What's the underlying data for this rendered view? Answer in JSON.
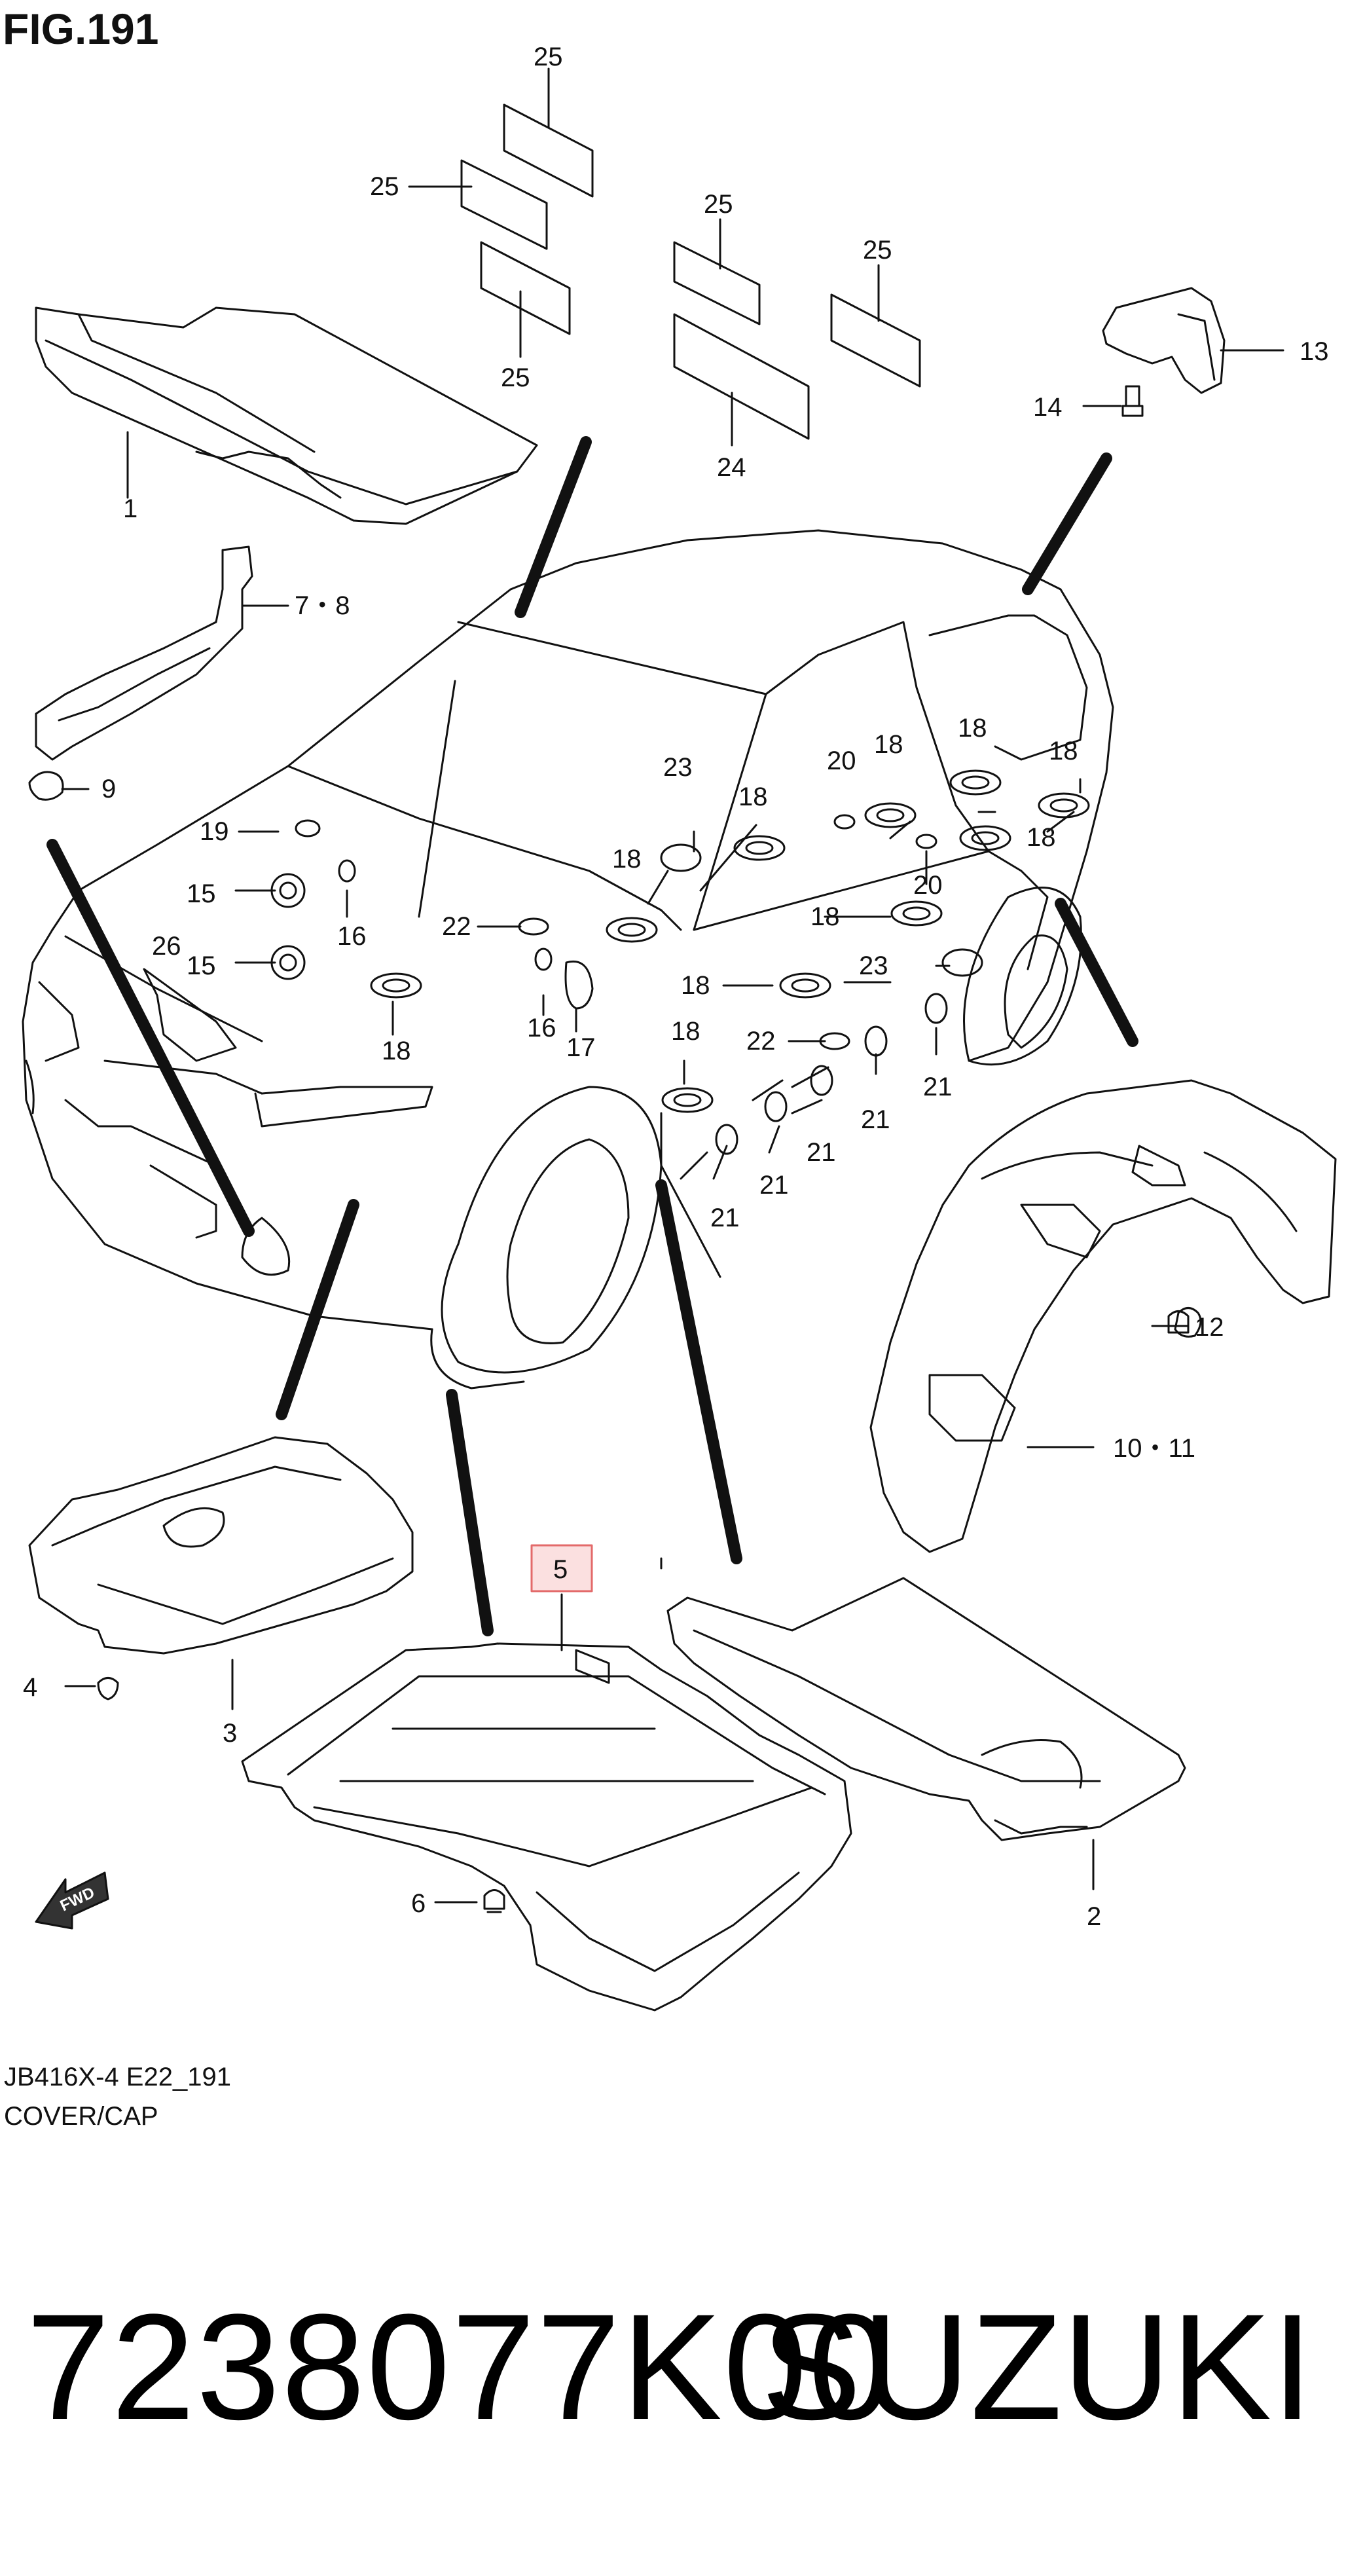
{
  "figure": {
    "title": "FIG.191",
    "drawing_code": "JB416X-4 E22_191",
    "section_name": "COVER/CAP",
    "highlighted_callout": "5",
    "callouts": {
      "c25a": "25",
      "c25b": "25",
      "c25c": "25",
      "c25d": "25",
      "c25e": "25",
      "c24": "24",
      "c1": "1",
      "c13": "13",
      "c14": "14",
      "c78": "7・8",
      "c9": "9",
      "c19": "19",
      "c15a": "15",
      "c15b": "15",
      "c16a": "16",
      "c16b": "16",
      "c26": "26",
      "c18a": "18",
      "c18b": "18",
      "c18c": "18",
      "c18d": "18",
      "c18e": "18",
      "c18f": "18",
      "c18g": "18",
      "c18h": "18",
      "c18i": "18",
      "c18j": "18",
      "c22a": "22",
      "c22b": "22",
      "c17": "17",
      "c23a": "23",
      "c23b": "23",
      "c20a": "20",
      "c20b": "20",
      "c21a": "21",
      "c21b": "21",
      "c21c": "21",
      "c21d": "21",
      "c21e": "21",
      "c12": "12",
      "c1011": "10・11",
      "c4": "4",
      "c3": "3",
      "c6": "6",
      "c2": "2",
      "fwd": "FWD"
    }
  },
  "footer": {
    "part_number": "7238077K00",
    "brand": "SUZUKI"
  }
}
